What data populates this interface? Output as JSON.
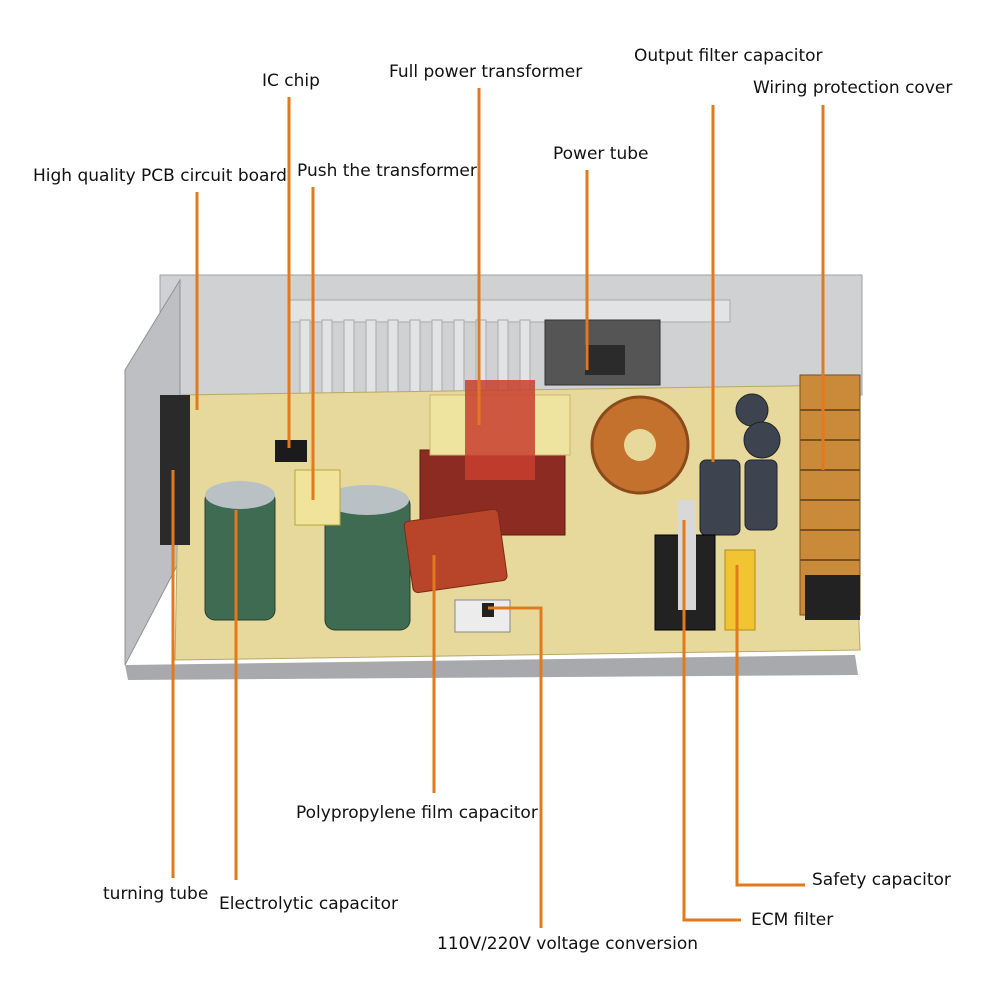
{
  "labels": {
    "pcb_board": "High quality PCB circuit board",
    "ic_chip": "IC chip",
    "push_transformer": "Push the transformer",
    "full_power_transformer": "Full power transformer",
    "power_tube": "Power tube",
    "output_filter_capacitor": "Output filter capacitor",
    "wiring_protection_cover": "Wiring protection cover",
    "polypropylene_film_capacitor": "Polypropylene film capacitor",
    "turning_tube": "turning tube",
    "electrolytic_capacitor": "Electrolytic capacitor",
    "voltage_conversion": "110V/220V voltage conversion",
    "safety_capacitor": "Safety capacitor",
    "ecm_filter": "ECM filter"
  },
  "colors": {
    "leader_line": "#e07a1c",
    "pcb": "#e6d79a",
    "chassis": "#c9cbcd",
    "heatsink": "#d9dadb",
    "electrolytic": "#3e6b52",
    "film_cap": "#b8452a",
    "terminal_block": "#c98a3a"
  }
}
